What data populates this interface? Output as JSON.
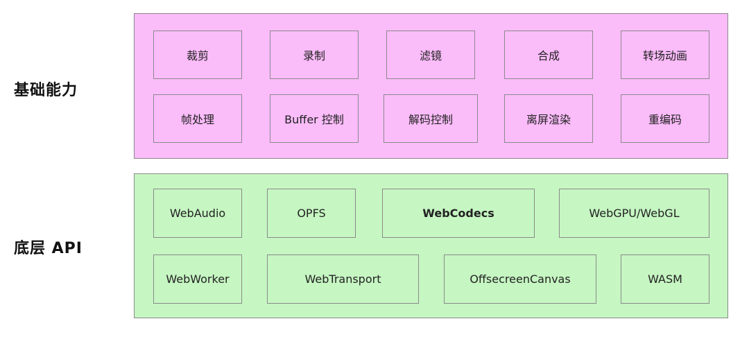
{
  "colors": {
    "top_fill": "#fbbcfa",
    "bottom_fill": "#c6f6c2",
    "border": "#8a8a8a"
  },
  "labels": {
    "top": "基础能力",
    "bottom": "底层 API"
  },
  "top_rows": [
    [
      "裁剪",
      "录制",
      "滤镜",
      "合成",
      "转场动画"
    ],
    [
      "帧处理",
      "Buffer 控制",
      "解码控制",
      "离屏渲染",
      "重编码"
    ]
  ],
  "bottom_rows": [
    [
      "WebAudio",
      "OPFS",
      "WebCodecs",
      "WebGPU/WebGL"
    ],
    [
      "WebWorker",
      "WebTransport",
      "OffsecreenCanvas",
      "WASM"
    ]
  ]
}
